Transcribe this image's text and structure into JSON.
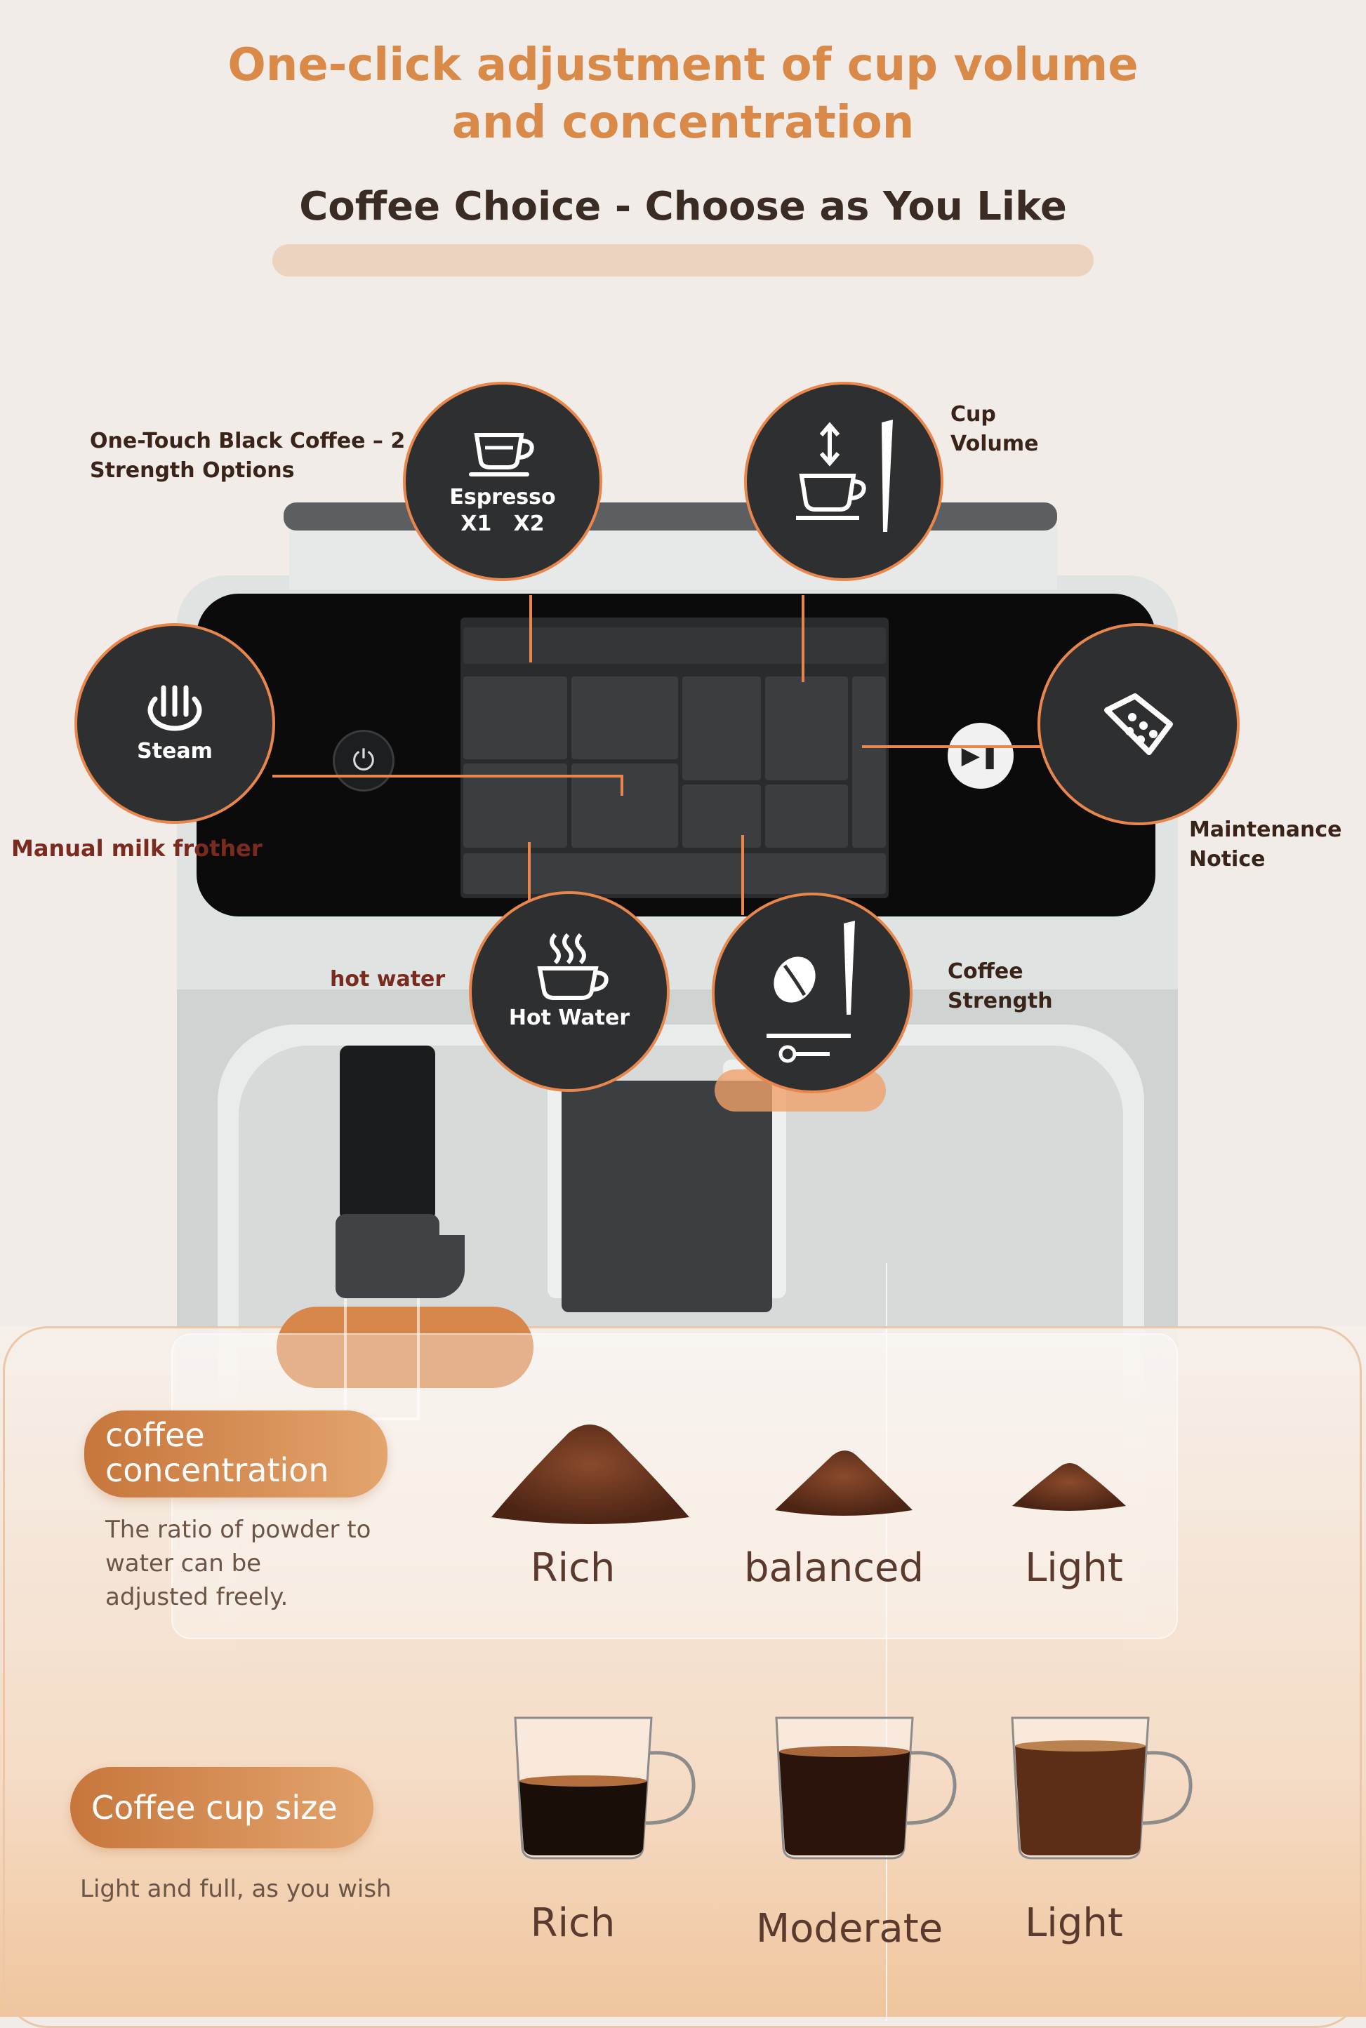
{
  "headline": {
    "line1": "One-click adjustment of cup volume",
    "line2": "and concentration"
  },
  "subheading": "Coffee Choice - Choose as You Like",
  "callouts": {
    "espresso": {
      "title": "Espresso",
      "options": "X1   X2",
      "caption": "One-Touch Black Coffee – 2 Strength Options"
    },
    "cup_volume": {
      "caption_line1": "Cup",
      "caption_line2": "Volume"
    },
    "steam": {
      "title": "Steam",
      "caption": "Manual milk frother"
    },
    "maintenance": {
      "caption_line1": "Maintenance",
      "caption_line2": "Notice"
    },
    "hot_water": {
      "title": "Hot Water",
      "caption": "hot water"
    },
    "coffee_strength": {
      "caption_line1": "Coffee",
      "caption_line2": "Strength"
    }
  },
  "concentration": {
    "tag_line1": "coffee",
    "tag_line2": "concentration",
    "description": [
      "The ratio of powder to",
      "water can be",
      "adjusted freely."
    ],
    "levels": [
      "Rich",
      "balanced",
      "Light"
    ]
  },
  "cup_size": {
    "tag": "Coffee cup size",
    "description": "Light and full, as you wish",
    "levels": [
      "Rich",
      "Moderate",
      "Light"
    ]
  },
  "colors": {
    "accent_orange": "#e8864b",
    "headline_orange": "#d98a49",
    "text_dark": "#3a2b24"
  }
}
